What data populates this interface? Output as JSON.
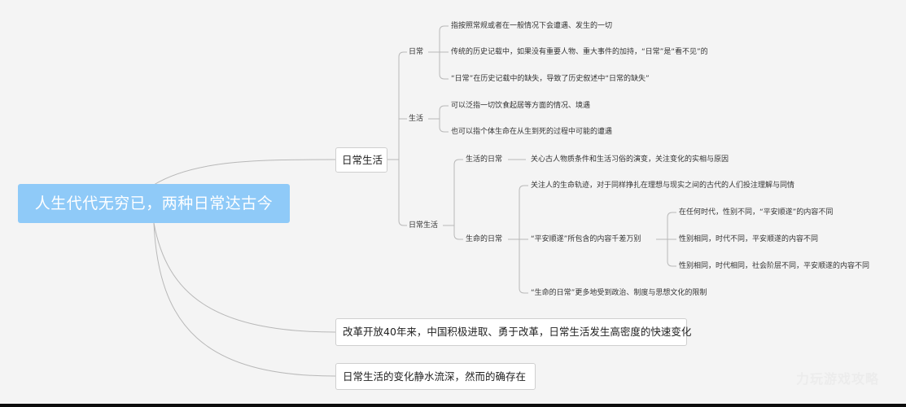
{
  "root": {
    "label": "人生代代无穷已，两种日常达古今"
  },
  "branches": {
    "daily_life": {
      "label": "日常生活",
      "richang": {
        "label": "日常",
        "items": [
          "指按照常规或者在一般情况下会遭遇、发生的一切",
          "传统的历史记载中，如果没有重要人物、重大事件的加持，“日常”是“看不见”的",
          "“日常”在历史记载中的缺失，导致了历史叙述中“日常的缺失”"
        ]
      },
      "shenghuo": {
        "label": "生活",
        "items": [
          "可以泛指一切饮食起居等方面的情况、境遇",
          "也可以指个体生命在从生到死的过程中可能的遭遇"
        ]
      },
      "richang_shenghuo": {
        "label": "日常生活",
        "shenghuo_de_richang": {
          "label": "生活的日常",
          "item": "关心古人物质条件和生活习俗的演变，关注变化的实相与原因"
        },
        "shengming_de_richang": {
          "label": "生命的日常",
          "item1": "关注人的生命轨迹，对于同样挣扎在理想与现实之间的古代的人们投注理解与同情",
          "pingan": {
            "label": "“平安顺遂”所包含的内容千差万别",
            "items": [
              "在任何时代，性别不同，“平安顺遂”的内容不同",
              "性别相同，时代不同，平安顺遂的内容不同",
              "性别相同，时代相同，社会阶层不同，平安顺遂的内容不同"
            ]
          },
          "item3": "“生命的日常”更多地受到政治、制度与思想文化的限制"
        }
      }
    },
    "reform": {
      "label": "改革开放40年来，中国积极进取、勇于改革，日常生活发生高密度的快速变化"
    },
    "change": {
      "label": "日常生活的变化静水流深，然而的确存在"
    }
  },
  "watermark": "力玩游戏攻略",
  "colors": {
    "root_fill": "#8fcaf8",
    "line": "#b8b8b8",
    "background": "#f4f4f4"
  }
}
